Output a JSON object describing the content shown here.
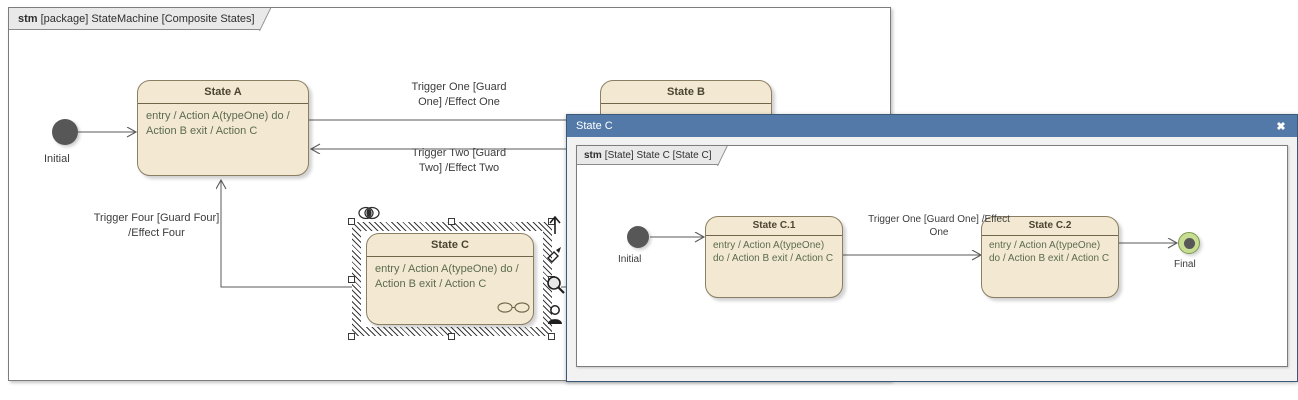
{
  "outer_frame": {
    "tab_keyword": "stm",
    "tab_text": "[package] StateMachine [Composite States]"
  },
  "diagram": {
    "initial": {
      "label": "Initial",
      "icon": "initial-pseudostate-icon"
    },
    "state_a": {
      "title": "State A",
      "body": "entry / Action A(typeOne)\ndo / Action B\nexit / Action C"
    },
    "state_b": {
      "title": "State B"
    },
    "state_c": {
      "title": "State C",
      "body": "entry / Action A(typeOne)\ndo / Action B\nexit / Action C",
      "composite_icon": "composite-state-icon",
      "badge_icon": "composite-state-badge-icon"
    },
    "transitions": [
      {
        "label": "Trigger One [Guard\nOne] /Effect One"
      },
      {
        "label": "Trigger Two [Guard\nTwo] /Effect Two"
      },
      {
        "label": "Trigger Four [Guard Four]\n/Effect Four"
      }
    ]
  },
  "quick_toolbar": {
    "items": [
      {
        "icon": "up-arrow-icon",
        "name": "quick-toolbar-move-up"
      },
      {
        "icon": "quick-link-pen-icon",
        "name": "quick-toolbar-quick-link"
      },
      {
        "icon": "magnifier-icon",
        "name": "quick-toolbar-zoom"
      },
      {
        "icon": "person-icon",
        "name": "quick-toolbar-actor"
      }
    ]
  },
  "window": {
    "title": "State C",
    "close_icon": "close-icon",
    "inner_frame": {
      "tab_keyword": "stm",
      "tab_text": "[State] State C [State C]"
    },
    "initial": {
      "label": "Initial"
    },
    "final": {
      "label": "Final"
    },
    "state_c1": {
      "title": "State C.1",
      "body": "entry / Action A(typeOne)\ndo / Action B\nexit / Action C"
    },
    "state_c2": {
      "title": "State C.2",
      "body": "entry / Action A(typeOne)\ndo / Action B\nexit / Action C"
    },
    "transition": {
      "label": "Trigger One [Guard One] /Effect\nOne"
    }
  },
  "colors": {
    "state_fill": "#f3e9d2",
    "state_border": "#8a7f63",
    "titlebar": "#5379a8",
    "final_ring": "#c6dd93",
    "pseudostate": "#575757"
  }
}
